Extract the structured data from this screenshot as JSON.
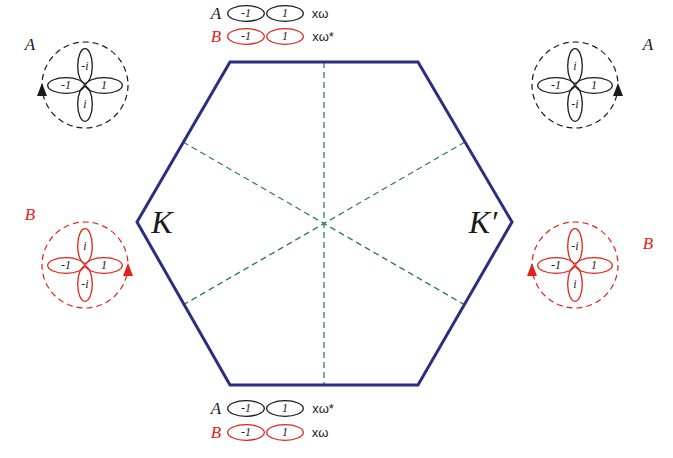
{
  "diagram": {
    "nodes": [
      {
        "text": [
          "-1"
        ]
      },
      {
        "text": [
          "1"
        ]
      },
      {
        "text": [
          "-1"
        ]
      },
      {
        "text": [
          "1"
        ]
      },
      {
        "text": [
          "K",
          "K′"
        ]
      },
      {
        "text": [
          "-i"
        ]
      },
      {
        "text": [
          "-1"
        ]
      },
      {
        "text": [
          "1"
        ]
      },
      {
        "text": [
          "i"
        ]
      },
      {
        "text": [
          "i"
        ]
      },
      {
        "text": [
          "-1"
        ]
      },
      {
        "text": [
          "1"
        ]
      },
      {
        "text": [
          "-i"
        ]
      },
      {
        "text": [
          "i"
        ]
      },
      {
        "text": [
          "-1"
        ]
      },
      {
        "text": [
          "1"
        ]
      },
      {
        "text": [
          "-i"
        ]
      },
      {
        "text": [
          "-i"
        ]
      },
      {
        "text": [
          "-1"
        ]
      },
      {
        "text": [
          "1"
        ]
      },
      {
        "text": [
          "i"
        ]
      },
      {
        "text": [
          "-1"
        ]
      },
      {
        "text": [
          "1"
        ]
      },
      {
        "text": [
          "-1"
        ]
      },
      {
        "text": [
          "1"
        ]
      }
    ],
    "edges": [],
    "labels": [
      "A",
      "xω",
      "B",
      "xω*",
      "A",
      "A",
      "B",
      "B",
      "A",
      "xω*",
      "B",
      "xω"
    ]
  }
}
